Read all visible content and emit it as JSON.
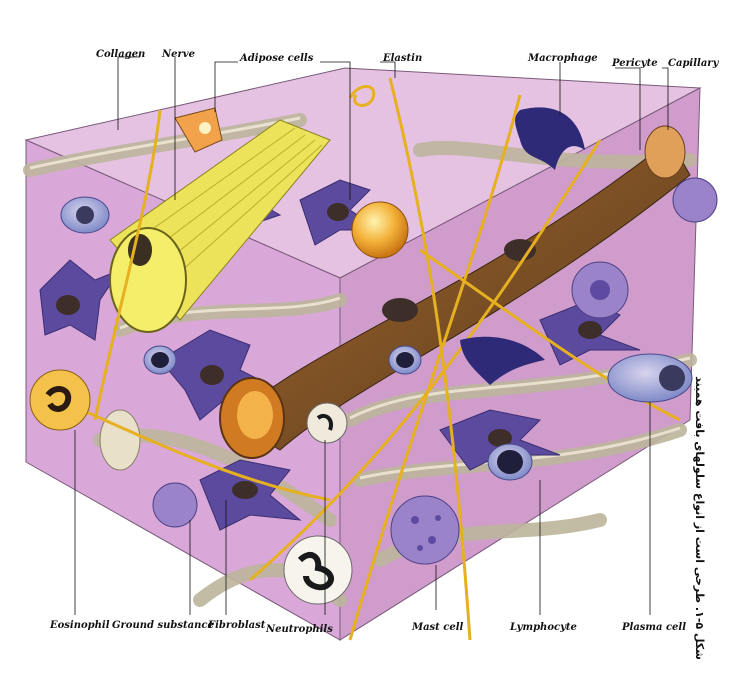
{
  "figure": {
    "labels_top": {
      "collagen": "Collagen",
      "nerve": "Nerve",
      "adipose": "Adipose cells",
      "elastin": "Elastin",
      "macrophage": "Macrophage",
      "pericyte": "Pericyte",
      "capillary": "Capillary"
    },
    "labels_bottom": {
      "eosinophil": "Eosinophil",
      "ground": "Ground substance",
      "fibroblast": "Fibroblast",
      "neutrophils": "Neutrophils",
      "mast": "Mast cell",
      "lymphocyte": "Lymphocyte",
      "plasma": "Plasma cell"
    },
    "caption": "شکل ۵-۱. طرحی است از انواع سلولهای بافت همبند",
    "colors": {
      "tissue": "#d9a8d8",
      "cell": "#5b4a9e",
      "collagen_fiber": "#cfc7b0",
      "elastin_fiber": "#e6b021",
      "nerve": "#ece35a",
      "capillary": "#6b4a2a"
    }
  }
}
